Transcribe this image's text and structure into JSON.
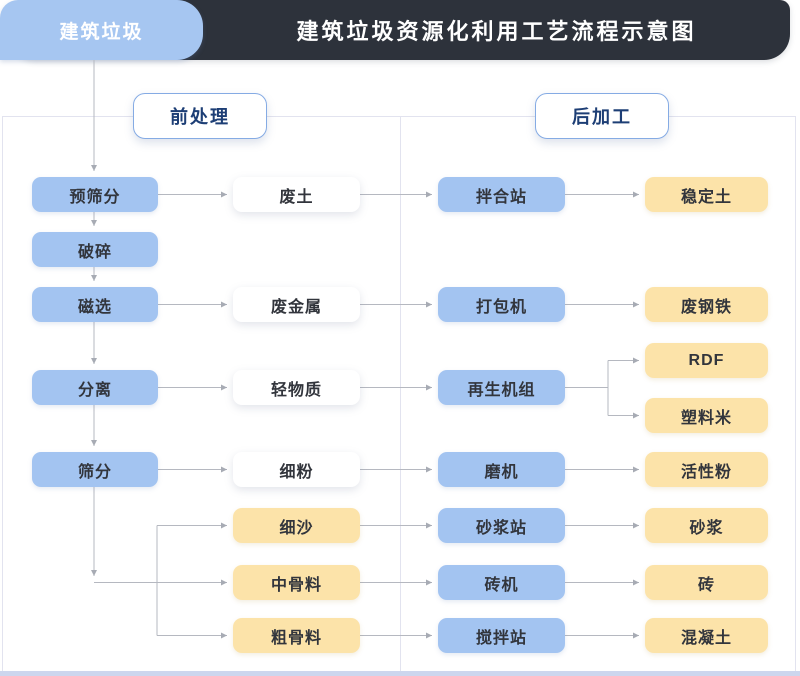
{
  "header": {
    "tab_label": "建筑垃圾",
    "title": "建筑垃圾资源化利用工艺流程示意图"
  },
  "sections": {
    "pre": "前处理",
    "post": "后加工"
  },
  "nodes": {
    "pre_screening": "预筛分",
    "crushing": "破碎",
    "magnetic_separation": "磁选",
    "separation": "分离",
    "screening": "筛分",
    "waste_soil": "废土",
    "waste_metal": "废金属",
    "light_material": "轻物质",
    "fine_powder": "细粉",
    "fine_sand": "细沙",
    "medium_aggregate": "中骨料",
    "coarse_aggregate": "粗骨料",
    "mixing_plant": "拌合站",
    "baler": "打包机",
    "regeneration_unit": "再生机组",
    "mill": "磨机",
    "mortar_station": "砂浆站",
    "brick_machine": "砖机",
    "concrete_mixing_station": "搅拌站",
    "stabilized_soil": "稳定土",
    "scrap_steel": "废钢铁",
    "rdf": "RDF",
    "plastic_pellets": "塑料米",
    "active_powder": "活性粉",
    "mortar": "砂浆",
    "brick": "砖",
    "concrete": "混凝土"
  },
  "edges": [
    {
      "from": "建筑垃圾",
      "to": "预筛分"
    },
    {
      "from": "预筛分",
      "to": "破碎"
    },
    {
      "from": "破碎",
      "to": "磁选"
    },
    {
      "from": "磁选",
      "to": "分离"
    },
    {
      "from": "分离",
      "to": "筛分"
    },
    {
      "from": "预筛分",
      "to": "废土"
    },
    {
      "from": "废土",
      "to": "拌合站"
    },
    {
      "from": "拌合站",
      "to": "稳定土"
    },
    {
      "from": "磁选",
      "to": "废金属"
    },
    {
      "from": "废金属",
      "to": "打包机"
    },
    {
      "from": "打包机",
      "to": "废钢铁"
    },
    {
      "from": "分离",
      "to": "轻物质"
    },
    {
      "from": "轻物质",
      "to": "再生机组"
    },
    {
      "from": "再生机组",
      "to": "RDF"
    },
    {
      "from": "再生机组",
      "to": "塑料米"
    },
    {
      "from": "筛分",
      "to": "细粉"
    },
    {
      "from": "细粉",
      "to": "磨机"
    },
    {
      "from": "磨机",
      "to": "活性粉"
    },
    {
      "from": "筛分",
      "to": "细沙"
    },
    {
      "from": "筛分",
      "to": "中骨料"
    },
    {
      "from": "筛分",
      "to": "粗骨料"
    },
    {
      "from": "细沙",
      "to": "砂浆站"
    },
    {
      "from": "砂浆站",
      "to": "砂浆"
    },
    {
      "from": "中骨料",
      "to": "砖机"
    },
    {
      "from": "砖机",
      "to": "砖"
    },
    {
      "from": "粗骨料",
      "to": "搅拌站"
    },
    {
      "from": "搅拌站",
      "to": "混凝土"
    }
  ],
  "colors": {
    "header_bar": "#2d323b",
    "header_text": "#ffffff",
    "source_tab": "#a6c6f1",
    "section_border": "#85abe4",
    "section_text": "#1d3e75",
    "node_blue": "#a3c4f1",
    "node_white": "#ffffff",
    "node_yellow": "#fce3a9",
    "connector_gray": "#b5b8c0",
    "bottom_bar": "#ccd6ee"
  }
}
